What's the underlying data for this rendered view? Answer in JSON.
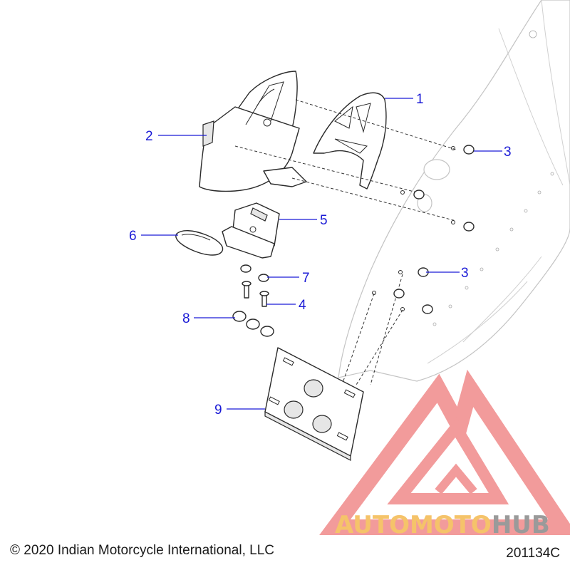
{
  "diagram": {
    "callouts": [
      {
        "id": "c1",
        "label": "1"
      },
      {
        "id": "c2",
        "label": "2"
      },
      {
        "id": "c3a",
        "label": "3"
      },
      {
        "id": "c3b",
        "label": "3"
      },
      {
        "id": "c4",
        "label": "4"
      },
      {
        "id": "c5",
        "label": "5"
      },
      {
        "id": "c6",
        "label": "6"
      },
      {
        "id": "c7",
        "label": "7"
      },
      {
        "id": "c8",
        "label": "8"
      },
      {
        "id": "c9",
        "label": "9"
      }
    ]
  },
  "watermark": {
    "brand_part1": "AUTOMOTO",
    "brand_part2": "HUB",
    "colors": {
      "triangle": "#f08a8a",
      "auto": "#f5c36a",
      "moto": "#f3a08a",
      "hub": "#9a9a9a"
    }
  },
  "footer": {
    "copyright": "© 2020 Indian Motorcycle International, LLC",
    "diagram_number": "201134C"
  },
  "colors": {
    "callout": "#1a1ad6",
    "line_art": "#2a2a2a",
    "fender": "#c4c4c4"
  }
}
